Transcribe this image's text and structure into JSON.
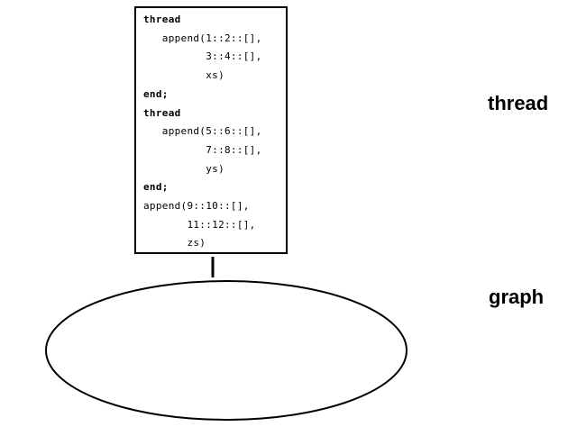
{
  "code": {
    "lines": [
      {
        "text": "thread",
        "bold": true
      },
      {
        "text": "   append(1::2::[],",
        "bold": false
      },
      {
        "text": "          3::4::[],",
        "bold": false
      },
      {
        "text": "          xs)",
        "bold": false
      },
      {
        "text": "end;",
        "bold": true
      },
      {
        "text": "thread",
        "bold": true
      },
      {
        "text": "   append(5::6::[],",
        "bold": false
      },
      {
        "text": "          7::8::[],",
        "bold": false
      },
      {
        "text": "          ys)",
        "bold": false
      },
      {
        "text": "end;",
        "bold": true
      },
      {
        "text": "append(9::10::[],",
        "bold": false
      },
      {
        "text": "       11::12::[],",
        "bold": false
      },
      {
        "text": "       zs)",
        "bold": false
      }
    ]
  },
  "labels": {
    "thread": "thread",
    "graph": "graph"
  }
}
